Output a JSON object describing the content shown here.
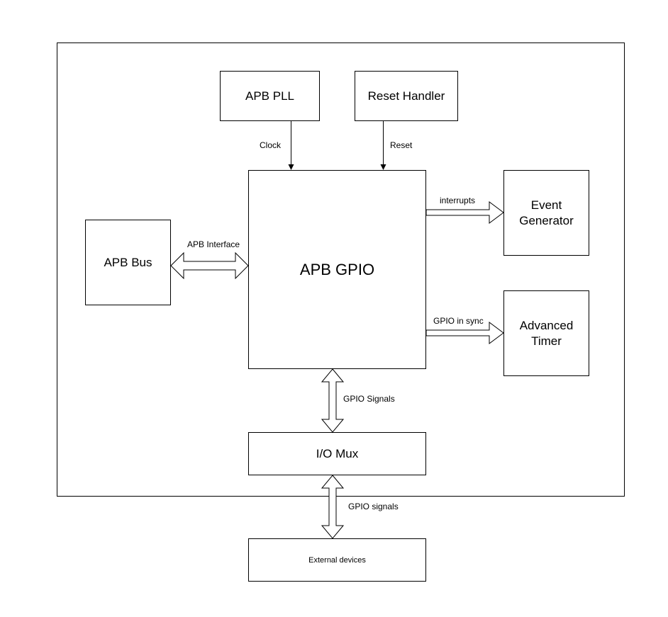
{
  "blocks": {
    "apb_pll": "APB PLL",
    "reset_handler": "Reset Handler",
    "apb_bus": "APB Bus",
    "apb_gpio": "APB GPIO",
    "event_generator_line1": "Event",
    "event_generator_line2": "Generator",
    "advanced_timer_line1": "Advanced",
    "advanced_timer_line2": "Timer",
    "io_mux": "I/O Mux",
    "external_devices": "External devices"
  },
  "connections": {
    "clock": "Clock",
    "reset": "Reset",
    "apb_interface": "APB Interface",
    "interrupts": "interrupts",
    "gpio_in_sync": "GPIO in sync",
    "gpio_signals_upper": "GPIO Signals",
    "gpio_signals_lower": "GPIO signals"
  }
}
